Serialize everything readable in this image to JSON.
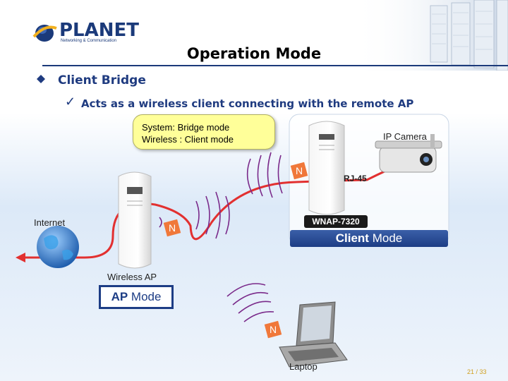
{
  "brand": {
    "logo_text": "PLANET",
    "tagline": "Networking & Communication"
  },
  "slide": {
    "title": "Operation Mode",
    "bullet": "Client Bridge",
    "sub_bullet": "Acts as a wireless client connecting with the remote AP"
  },
  "callout": {
    "line1": "System: Bridge mode",
    "line2": "Wireless : Client mode"
  },
  "diagram": {
    "ip_camera": "IP Camera",
    "rj45": "RJ-45",
    "wnap_model": "WNAP-7320",
    "client_mode_strong": "Client",
    "client_mode_rest": " Mode",
    "internet": "Internet",
    "wireless_ap": "Wireless AP",
    "ap_mode_strong": "AP",
    "ap_mode_rest": " Mode",
    "laptop": "Laptop",
    "n_badge": "N"
  },
  "footer": {
    "page": "21 / 33"
  },
  "colors": {
    "brand_blue": "#1b3a7a",
    "text_blue": "#1f3b80",
    "link_red": "#e23030",
    "wave_purple": "#7a2a8a",
    "callout_yellow": "#ffff99"
  }
}
